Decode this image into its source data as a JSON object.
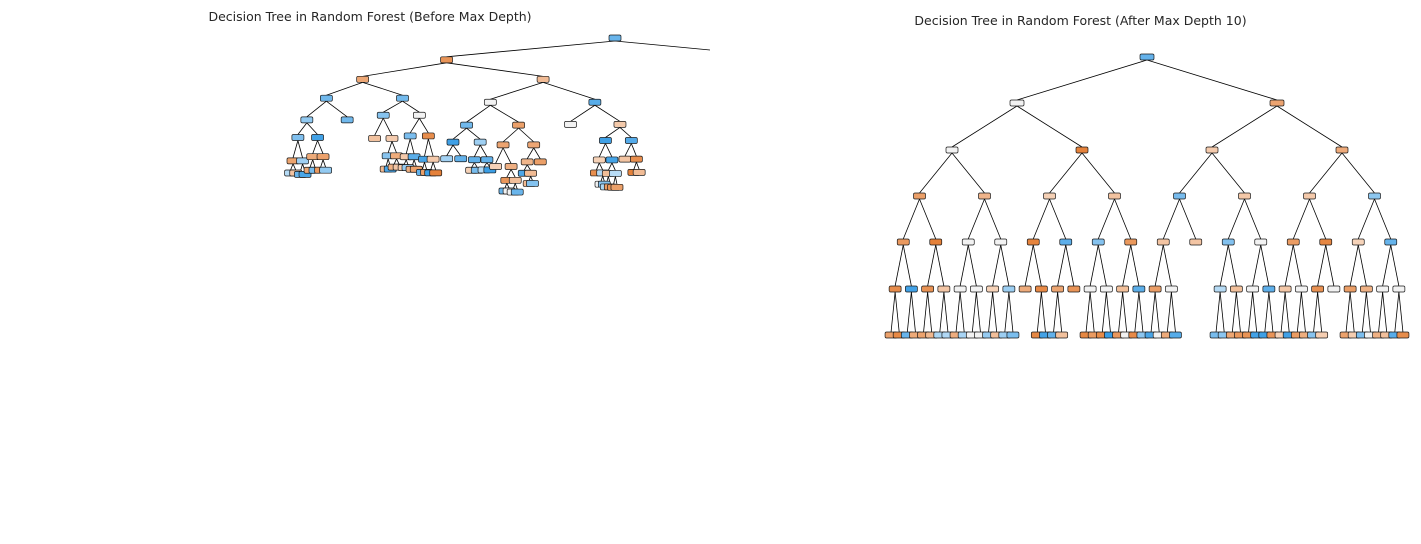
{
  "figures": [
    {
      "id": "left",
      "title": "Decision Tree in Random Forest (Before Max Depth)"
    },
    {
      "id": "right",
      "title": "Decision Tree in Random Forest (After Max Depth 10)"
    }
  ],
  "colors": {
    "majority_class_a": "#e58139",
    "majority_class_b": "#399de5",
    "mixed": "#f2f2f2",
    "edge": "#000000"
  }
}
